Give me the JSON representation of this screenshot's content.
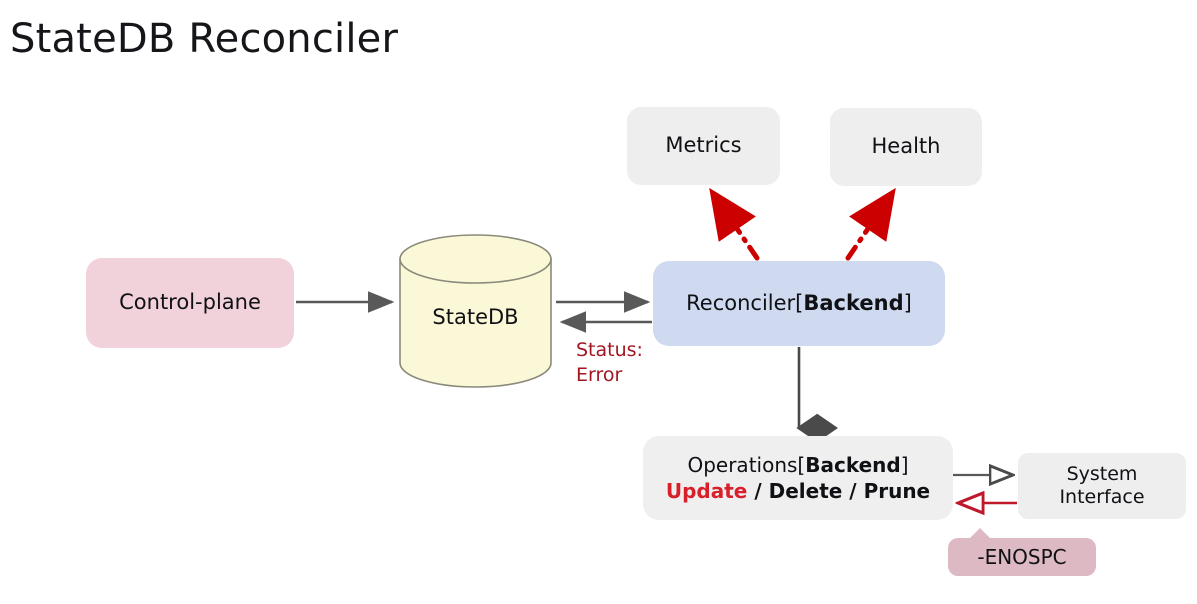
{
  "page": {
    "title": "StateDB Reconciler",
    "background": "#ffffff"
  },
  "colors": {
    "control_plane_fill": "#f1d2db",
    "statedb_fill": "#fbf8d8",
    "statedb_stroke": "#8a8a7a",
    "reconciler_fill": "#cfd9f0",
    "neutral_fill": "#eeeeef",
    "operations_fill": "#efeff0",
    "enospc_fill": "#ddb9c4",
    "error_red": "#a31621",
    "arrow_red": "#cc0000",
    "update_red": "#d81f2a",
    "edge_gray": "#595959"
  },
  "nodes": {
    "control_plane": {
      "label": "Control-plane"
    },
    "statedb": {
      "label": "StateDB"
    },
    "metrics": {
      "label": "Metrics"
    },
    "health": {
      "label": "Health"
    },
    "reconciler": {
      "prefix": "Reconciler[",
      "emphasis": "Backend",
      "suffix": "]"
    },
    "operations": {
      "prefix": "Operations[",
      "emphasis": "Backend",
      "suffix": "]",
      "op_update": "Update",
      "op_sep_1": " / ",
      "op_delete": "Delete",
      "op_sep_2": " / ",
      "op_prune": "Prune"
    },
    "system_interface": {
      "line1": "System",
      "line2": "Interface"
    },
    "enospc": {
      "label": "-ENOSPC"
    }
  },
  "edges": {
    "control_plane_to_statedb": {
      "label": "",
      "style": "solid",
      "color": "#595959"
    },
    "statedb_to_reconciler": {
      "label": "",
      "style": "solid",
      "color": "#595959"
    },
    "reconciler_to_statedb": {
      "label_line1": "Status:",
      "label_line2": "Error",
      "style": "solid",
      "color": "#595959"
    },
    "reconciler_to_metrics": {
      "style": "dash-dot",
      "color": "#cc0000"
    },
    "reconciler_to_health": {
      "style": "dash-dot",
      "color": "#cc0000"
    },
    "reconciler_to_operations": {
      "style": "solid",
      "color": "#595959",
      "arrowhead": "diamond"
    },
    "operations_to_system_interface": {
      "style": "solid",
      "color": "#595959",
      "arrowhead": "open"
    },
    "system_interface_to_operations": {
      "style": "solid",
      "color": "#c0182b",
      "arrowhead": "open"
    }
  }
}
